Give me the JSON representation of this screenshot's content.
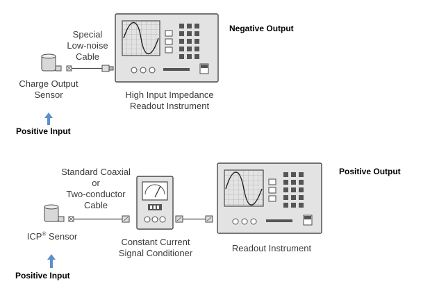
{
  "top_system": {
    "cable_label": [
      "Special",
      "Low-noise",
      "Cable"
    ],
    "sensor_label": [
      "Charge Output",
      "Sensor"
    ],
    "instrument_label": [
      "High Input Impedance",
      "Readout Instrument"
    ],
    "output_label": "Negative Output",
    "input_label": "Positive Input"
  },
  "bottom_system": {
    "cable_label": [
      "Standard Coaxial",
      "or",
      "Two-conductor",
      "Cable"
    ],
    "sensor_name": "ICP",
    "sensor_mark": "®",
    "sensor_suffix": " Sensor",
    "conditioner_label": [
      "Constant Current",
      "Signal Conditioner"
    ],
    "instrument_label": "Readout Instrument",
    "output_label": "Positive Output",
    "input_label": "Positive Input"
  },
  "colors": {
    "device_body": "#e3e3e3",
    "device_outline": "#4a4a4a",
    "screen": "#ffffff",
    "arrow": "#5b8fce",
    "text": "#3a3a3a"
  }
}
